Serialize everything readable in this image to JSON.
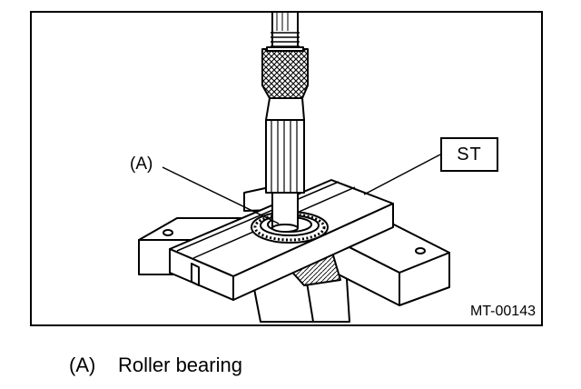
{
  "figure": {
    "callout_a": "(A)",
    "st_label": "ST",
    "figure_id": "MT-00143"
  },
  "legend": {
    "items": [
      {
        "key": "(A)",
        "label": "Roller bearing"
      }
    ]
  }
}
